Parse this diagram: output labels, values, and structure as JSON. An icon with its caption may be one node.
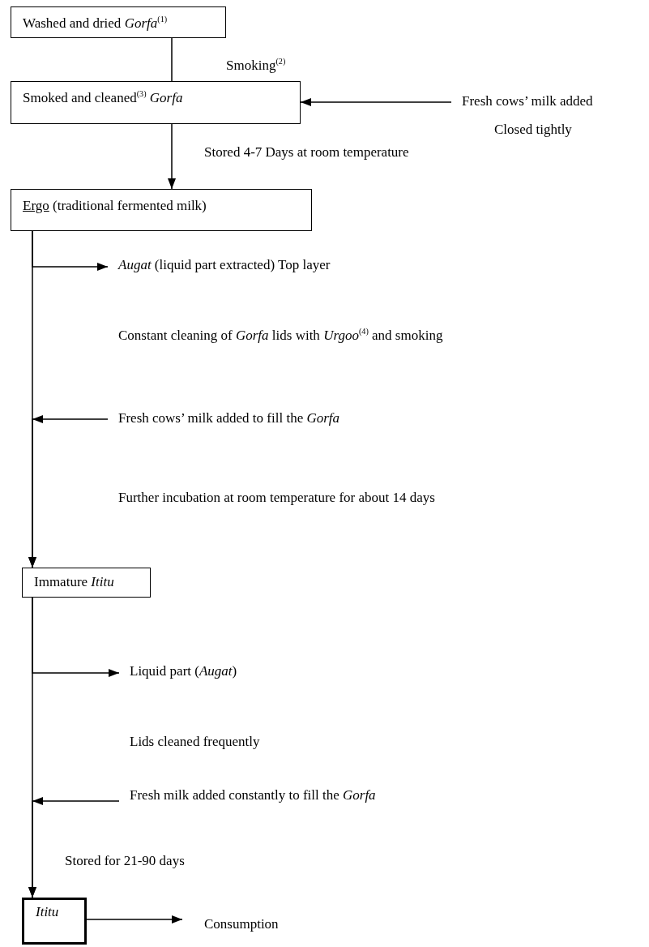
{
  "diagram": {
    "nodes": [
      {
        "text": [
          "Washed and dried *Gorfa*$^{(1)}$"
        ]
      },
      {
        "text": [
          "Smoked and cleaned$^{(3)}$ *Gorfa*"
        ]
      },
      {
        "text": [
          "Fresh cows’ milk added"
        ]
      },
      {
        "text": [
          "Ergo",
          "(traditional fermented milk)"
        ]
      },
      {
        "text": [
          "*Augat* (liquid part extracted) Top layer"
        ]
      },
      {
        "text": [
          "Fresh cows’ milk added to fill the *Gorfa*"
        ]
      },
      {
        "text": [
          "Immature *Ititu*"
        ]
      },
      {
        "text": [
          "Liquid part (*Augat*)"
        ]
      },
      {
        "text": [
          "Fresh milk added constantly to fill the *Gorfa*"
        ]
      },
      {
        "text": [
          "Ititu"
        ]
      },
      {
        "text": [
          "Consumption"
        ]
      }
    ],
    "edges": [
      {
        "from": 0,
        "to": 1,
        "arrow": "none",
        "label": "Smoking$^{(2)}$"
      },
      {
        "from": 2,
        "to": 1,
        "arrow": "to"
      },
      {
        "from": 1,
        "to": 3,
        "arrow": "to",
        "label": "Stored 4-7 Days at room temperature"
      },
      {
        "from": 3,
        "to": 4,
        "arrow": "to"
      },
      {
        "from": 3,
        "to": 6,
        "arrow": "to"
      },
      {
        "from": 5,
        "to": 6,
        "arrow": "to"
      },
      {
        "from": 6,
        "to": 7,
        "arrow": "to"
      },
      {
        "from": 6,
        "to": 9,
        "arrow": "to",
        "label": "Stored for 21-90 days"
      },
      {
        "from": 8,
        "to": 9,
        "arrow": "to"
      },
      {
        "from": 9,
        "to": 10,
        "arrow": "to"
      }
    ],
    "labels": [
      "Closed tightly",
      "Constant cleaning of *Gorfa* lids with *Urgoo*$^{(4)}$ and smoking",
      "Further incubation at room temperature for about 14 days",
      "Lids cleaned frequently"
    ]
  }
}
